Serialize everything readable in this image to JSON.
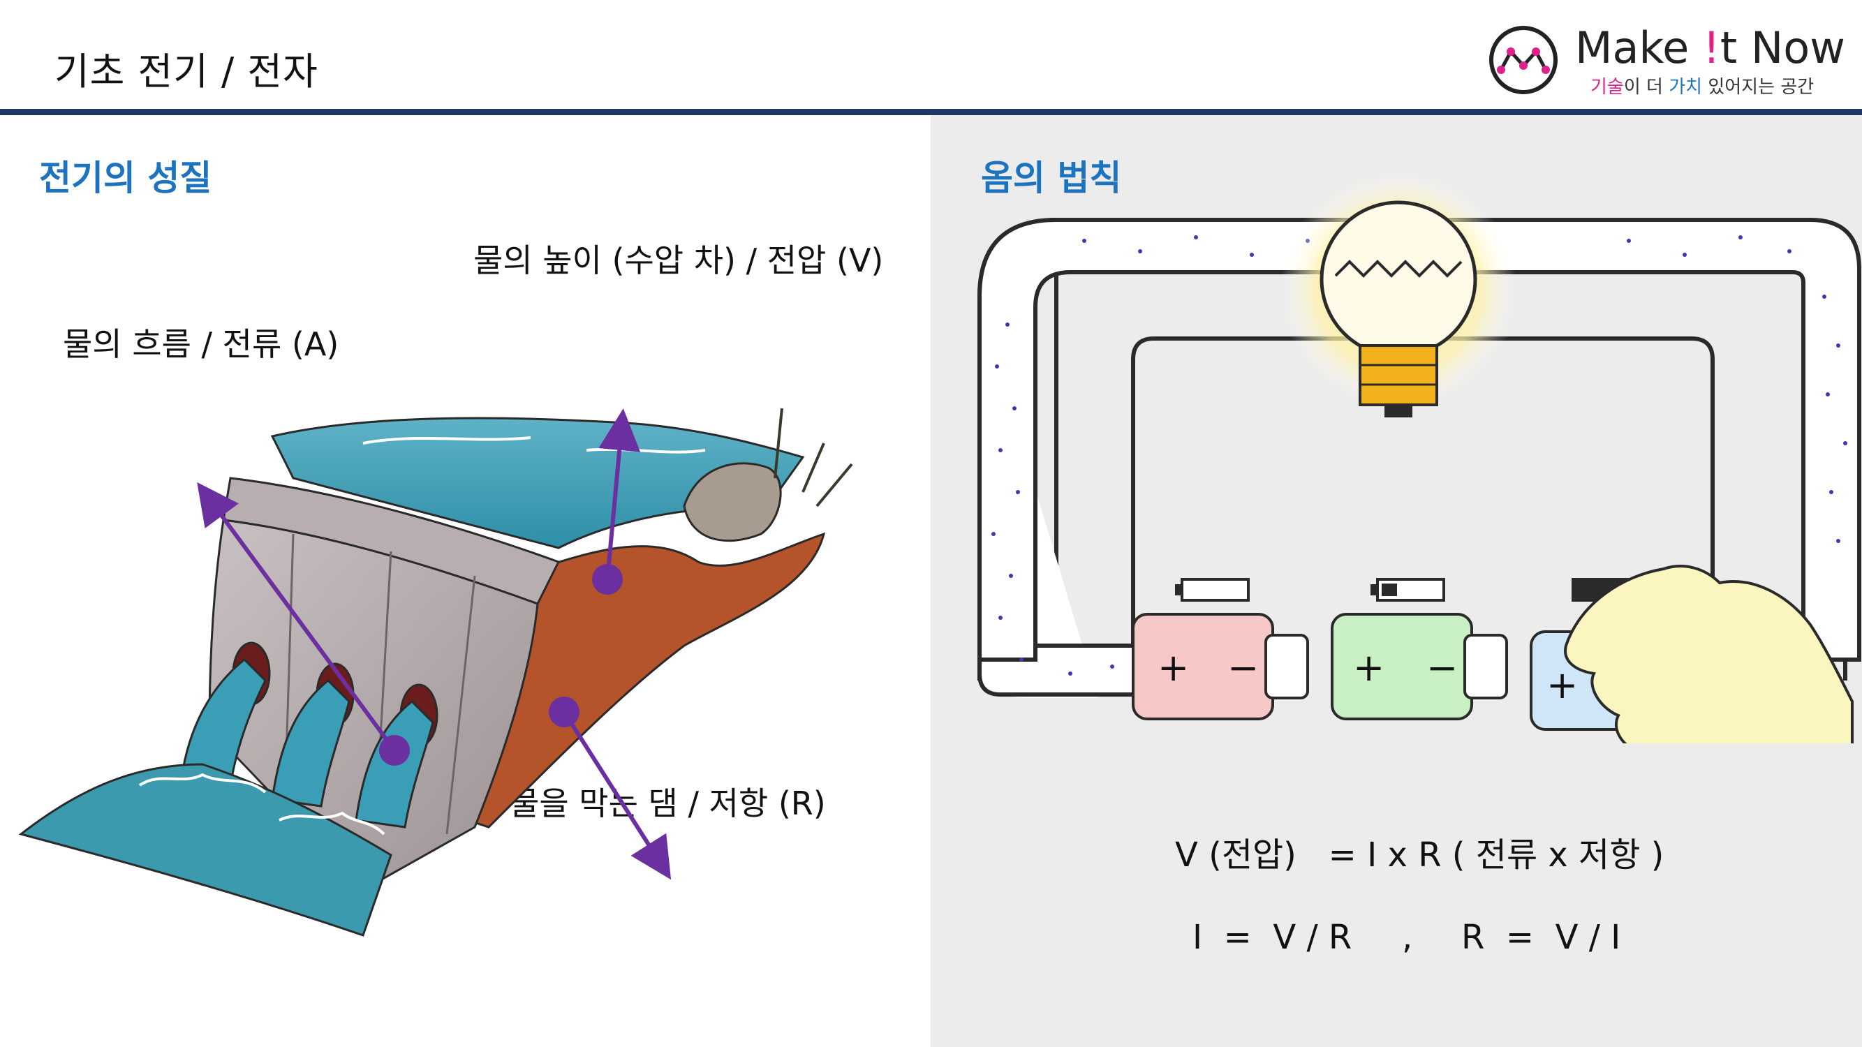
{
  "header": {
    "title": "기초 전기 / 전자",
    "logo": {
      "name_pre": "Make ",
      "name_bang": "!",
      "name_post": "t Now",
      "tagline_1": "기술",
      "tagline_2": "이 더 ",
      "tagline_3": "가치",
      "tagline_4": " 있어지는 공간"
    }
  },
  "left": {
    "heading": "전기의 성질",
    "labels": {
      "voltage": "물의 높이 (수압 차) / 전압 (V)",
      "current": "물의 흐름 / 전류 (A)",
      "resistance": "물을 막는 댐  / 저항 (R)"
    }
  },
  "right": {
    "heading": "옴의 법칙",
    "battery_signs": {
      "plus": "+",
      "minus": "−"
    },
    "formula_1": "V (전압)   = I x R ( 전류 x 저항 )",
    "formula_2": "I  =  V / R",
    "formula_sep": ",",
    "formula_3": "R  =  V / I"
  },
  "colors": {
    "accent_blue": "#1e73be",
    "header_rule": "#1f3864",
    "arrow_purple": "#6b2fa0",
    "logo_pink": "#e0218a"
  }
}
